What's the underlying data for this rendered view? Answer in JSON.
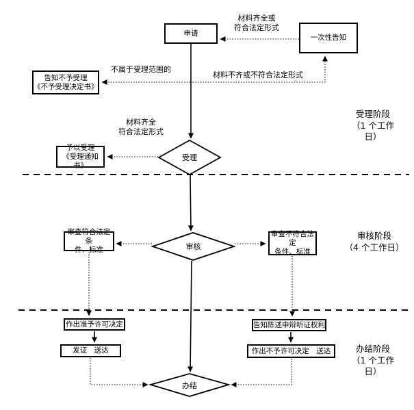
{
  "diagram": {
    "nodes": {
      "apply": "申请",
      "one_time_notice": "一次性告知",
      "notify_rejection": [
        "告知不予受理",
        "《不予受理决定书》"
      ],
      "grant_acceptance": [
        "予以受理",
        "《受理通知书》"
      ],
      "accept": "受理",
      "review": "审核",
      "review_pass": [
        "审查符合法定条",
        "件、标准"
      ],
      "review_fail": [
        "审查不符合法定",
        "条件、标准"
      ],
      "grant_decision": "作出准予许可决定",
      "issue_and_deliver": "发证　送达",
      "notify_rights": "告知陈述申辩听证权利",
      "deny_decision": "作出不予许可决定　送达",
      "conclude": "办结"
    },
    "edge_labels": {
      "materials_complete_or_valid": [
        "材料齐全或",
        "符合法定形式"
      ],
      "not_within_scope": "不属于受理范围的",
      "materials_incomplete_or_invalid": "材料不齐或不符合法定形式",
      "materials_complete_valid": [
        "材料齐全",
        "符合法定形式"
      ]
    },
    "stage_labels": {
      "acceptance_stage": [
        "受理阶段",
        "（1 个工作",
        "日）"
      ],
      "review_stage": [
        "审核阶段",
        "（4 个工作日）"
      ],
      "conclusion_stage": [
        "办结阶段",
        "（1 个工作",
        "日）"
      ]
    },
    "colors": {
      "line": "#000000",
      "background": "#ffffff",
      "box_fill": "#ffffff",
      "text": "#000000"
    }
  }
}
